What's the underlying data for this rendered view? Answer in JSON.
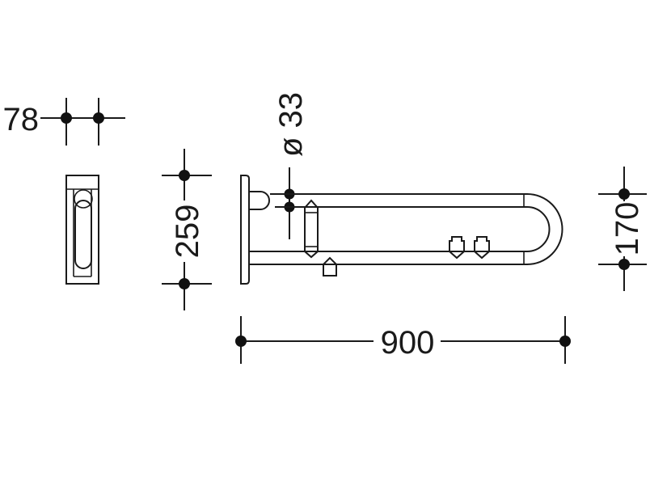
{
  "dimensions": {
    "depth": "78",
    "height": "259",
    "tube_diameter": "ø 33",
    "length": "900",
    "spacing": "170"
  }
}
